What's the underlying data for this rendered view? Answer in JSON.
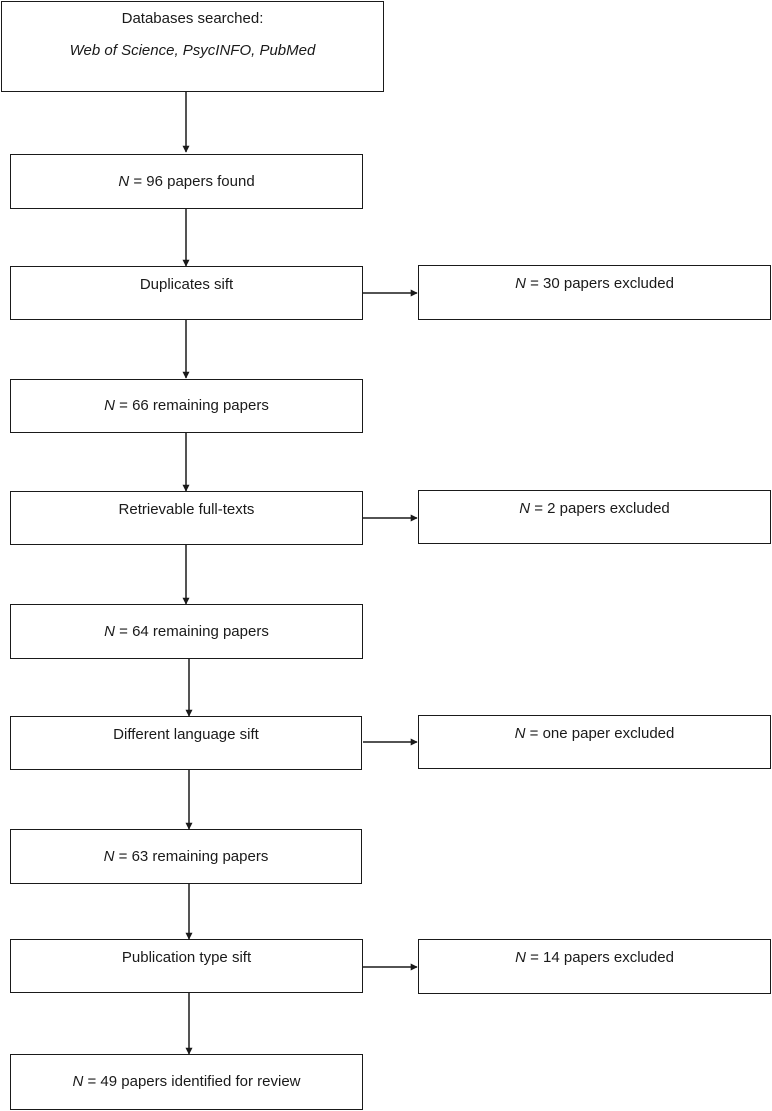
{
  "flow": {
    "databases": {
      "title": "Databases searched:",
      "list": "Web of Science, PsycINFO, PubMed"
    },
    "steps": [
      {
        "n": "N",
        "text": " = 96 papers found"
      },
      {
        "text": "Duplicates sift"
      },
      {
        "n": "N",
        "text": " = 66 remaining papers"
      },
      {
        "text": "Retrievable full-texts"
      },
      {
        "n": "N",
        "text": " = 64 remaining papers"
      },
      {
        "text": "Different language sift"
      },
      {
        "n": "N",
        "text": " = 63 remaining papers"
      },
      {
        "text": "Publication type sift"
      },
      {
        "n": "N",
        "text": " = 49 papers identified for review"
      }
    ],
    "exclusions": [
      {
        "n": "N",
        "text": " = 30 papers excluded"
      },
      {
        "n": "N",
        "text": " = 2 papers excluded"
      },
      {
        "n": "N",
        "text": " = one paper excluded"
      },
      {
        "n": "N",
        "text": " = 14 papers excluded"
      }
    ]
  }
}
